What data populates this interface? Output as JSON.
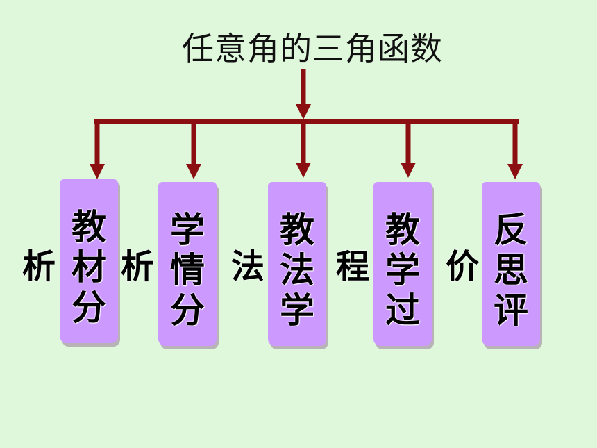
{
  "title": "任意角的三角函数",
  "colors": {
    "background": "#dff8dc",
    "connector": "#8b0f10",
    "box": "#cc99ff"
  },
  "items": [
    {
      "box": [
        "教",
        "材",
        "分"
      ],
      "side": "析"
    },
    {
      "box": [
        "学",
        "情",
        "分"
      ],
      "side": "析"
    },
    {
      "box": [
        "教",
        "法",
        "学"
      ],
      "side": "法"
    },
    {
      "box": [
        "教",
        "学",
        "过"
      ],
      "side": "程"
    },
    {
      "box": [
        "反",
        "思",
        "评"
      ],
      "side": "价"
    }
  ]
}
